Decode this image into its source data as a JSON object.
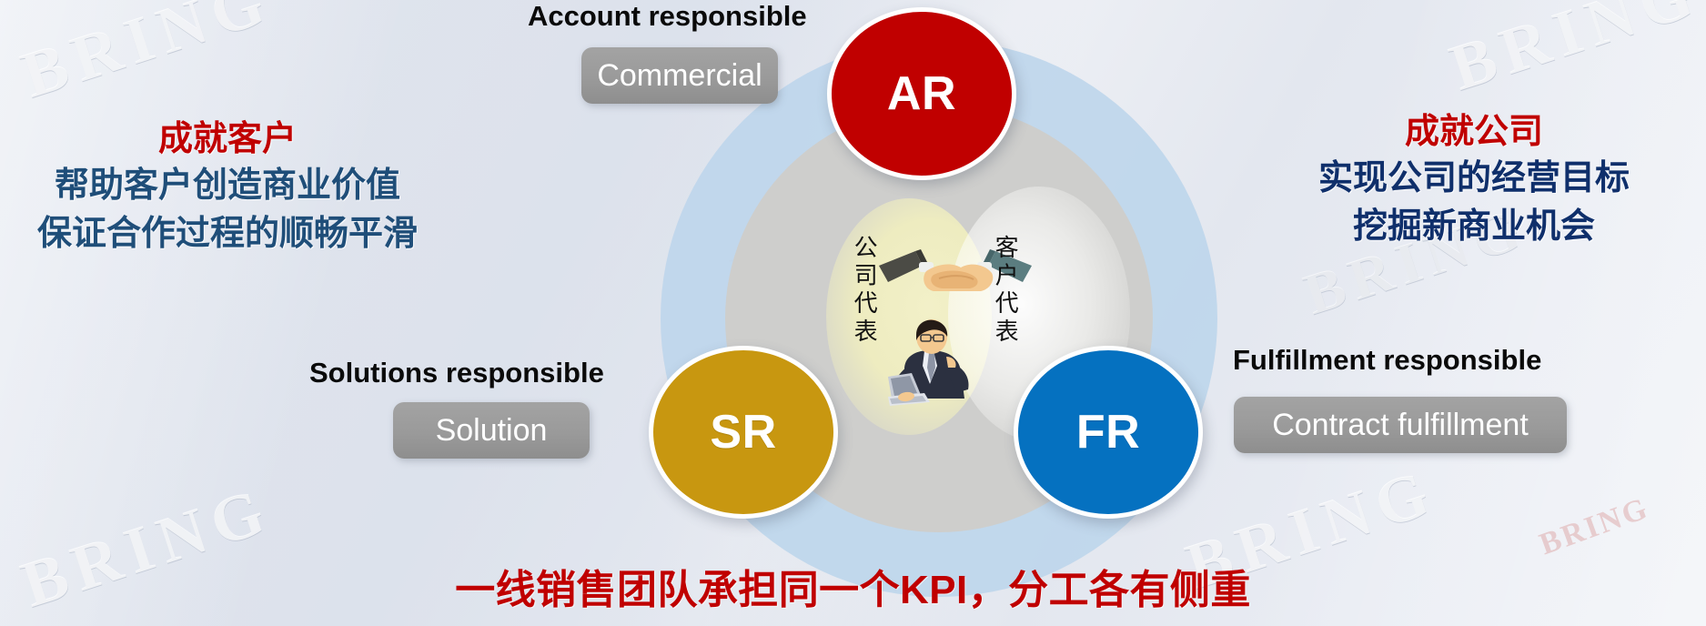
{
  "watermarks": {
    "brand": "BRING",
    "instances": [
      "BRING",
      "BRING",
      "BRING",
      "BRING",
      "BRING",
      "BRING",
      "BRING"
    ]
  },
  "roles": [
    {
      "abbr": "AR",
      "caption": "Account responsible",
      "tag": "Commercial",
      "color": "#c00000"
    },
    {
      "abbr": "SR",
      "caption": "Solutions responsible",
      "tag": "Solution",
      "color": "#c89710"
    },
    {
      "abbr": "FR",
      "caption": "Fulfillment responsible",
      "tag": "Contract fulfillment",
      "color": "#0571c0"
    }
  ],
  "left_block": {
    "heading": "成就客户",
    "heading_color": "#c00000",
    "lines": [
      "帮助客户创造商业价值",
      "保证合作过程的顺畅平滑"
    ],
    "line_color": "#1f4e79"
  },
  "right_block": {
    "heading": "成就公司",
    "heading_color": "#c00000",
    "lines": [
      "实现公司的经营目标",
      "挖掘新商业机会"
    ],
    "line_color": "#0f2f6b"
  },
  "center": {
    "left_label": "公司代表",
    "right_label": "客户代表",
    "artwork": "handshake-and-businessman-illustration"
  },
  "footer": {
    "text": "一线销售团队承担同一个KPI，分工各有侧重",
    "color": "#c00000"
  },
  "palette": {
    "background": "#e9ecf3",
    "venn_blue": "#bed6ec",
    "venn_grey": "#cfcdca",
    "venn_yellow": "#eeecc0",
    "pill_grey": "#9a9a9a"
  }
}
